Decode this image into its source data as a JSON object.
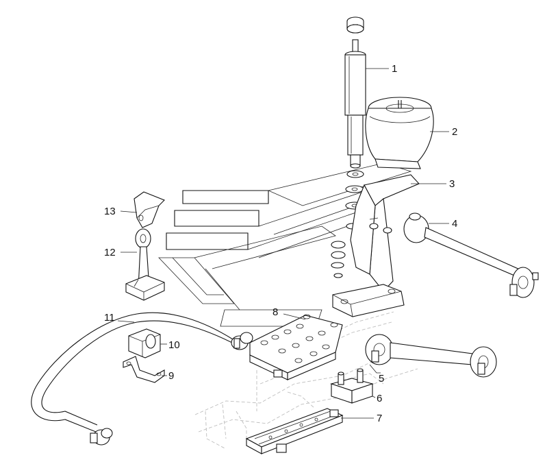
{
  "callouts": [
    {
      "id": "1",
      "label": "1"
    },
    {
      "id": "2",
      "label": "2"
    },
    {
      "id": "3",
      "label": "3"
    },
    {
      "id": "4",
      "label": "4"
    },
    {
      "id": "5",
      "label": "5"
    },
    {
      "id": "6",
      "label": "6"
    },
    {
      "id": "7",
      "label": "7"
    },
    {
      "id": "8",
      "label": "8"
    },
    {
      "id": "9",
      "label": "9"
    },
    {
      "id": "10",
      "label": "10"
    },
    {
      "id": "11",
      "label": "11"
    },
    {
      "id": "12",
      "label": "12"
    },
    {
      "id": "13",
      "label": "13"
    }
  ],
  "colors": {
    "line": "#111111",
    "ghost": "#bdbdbd",
    "background": "#ffffff",
    "shade": "#e9e9e9"
  }
}
